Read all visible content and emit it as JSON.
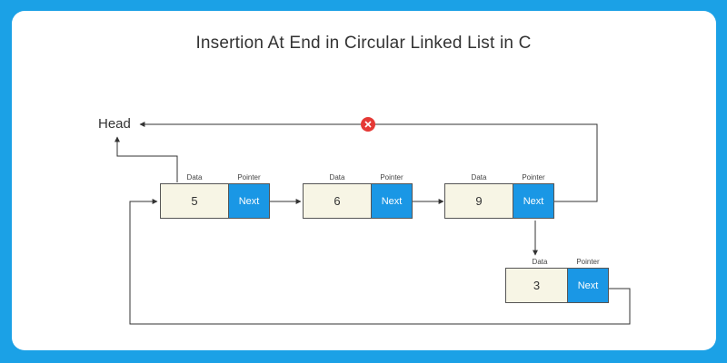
{
  "diagram": {
    "title": "Insertion At End in Circular Linked List in C",
    "head_label": "Head",
    "data_label": "Data",
    "pointer_label": "Pointer",
    "nodes": [
      {
        "value": "5",
        "next": "Next"
      },
      {
        "value": "6",
        "next": "Next"
      },
      {
        "value": "9",
        "next": "Next"
      },
      {
        "value": "3",
        "next": "Next"
      }
    ],
    "colors": {
      "background": "#1ba1e6",
      "pointer_box": "#1a97e5",
      "data_box": "#f7f5e5",
      "removed_marker": "#e53935"
    }
  }
}
